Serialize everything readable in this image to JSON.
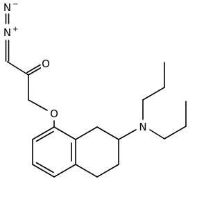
{
  "molecule": {
    "atoms": {
      "diazo_terminal_n": {
        "symbol": "N",
        "charge": "−"
      },
      "diazo_central_n": {
        "symbol": "N",
        "charge": "+"
      },
      "carbonyl_o": {
        "symbol": "O"
      },
      "ether_o": {
        "symbol": "O"
      },
      "amine_n": {
        "symbol": "N"
      }
    }
  }
}
